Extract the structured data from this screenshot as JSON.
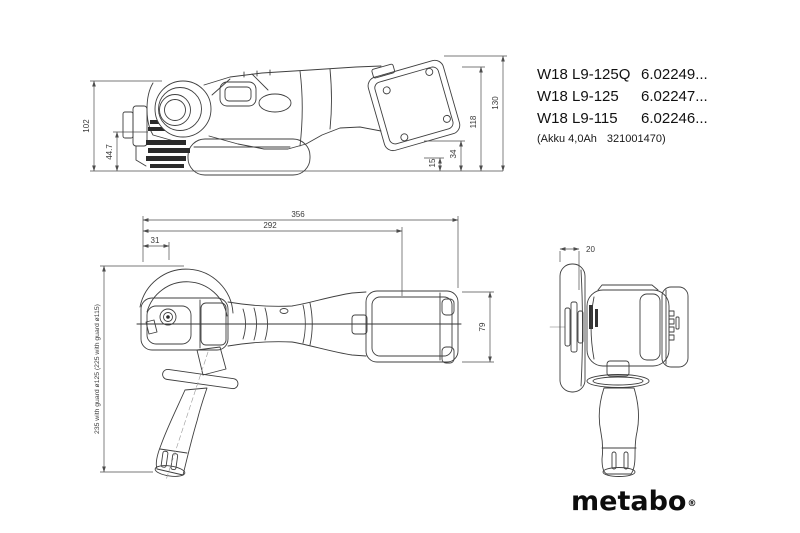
{
  "page": {
    "background": "#ffffff"
  },
  "colors": {
    "drawing_line": "#3f3f3f",
    "dimension_line": "#4d4d4d",
    "text": "#111111"
  },
  "products": {
    "rows": [
      {
        "model": "W18 L9-125Q",
        "article": "6.02249..."
      },
      {
        "model": "W18 L9-125",
        "article": "6.02247..."
      },
      {
        "model": "W18 L9-115",
        "article": "6.02246..."
      }
    ],
    "battery_note": {
      "label": "(Akku 4,0Ah",
      "number": "321001470)"
    }
  },
  "dimensions": {
    "side_view": {
      "overall_height": "102",
      "spindle_height": "44.7",
      "battery_clearance": "15",
      "battery_lower_height": "34",
      "battery_rear_height": "118",
      "overall_rear_height": "130"
    },
    "top_view": {
      "overall_length": "356",
      "body_length": "292",
      "front_offset": "31",
      "battery_width": "79",
      "guard_note": "235 with guard ø125 (225 with guard ø115)"
    },
    "front_view": {
      "guard_width": "20"
    }
  },
  "brand": {
    "name": "metabo",
    "registered": "®"
  }
}
